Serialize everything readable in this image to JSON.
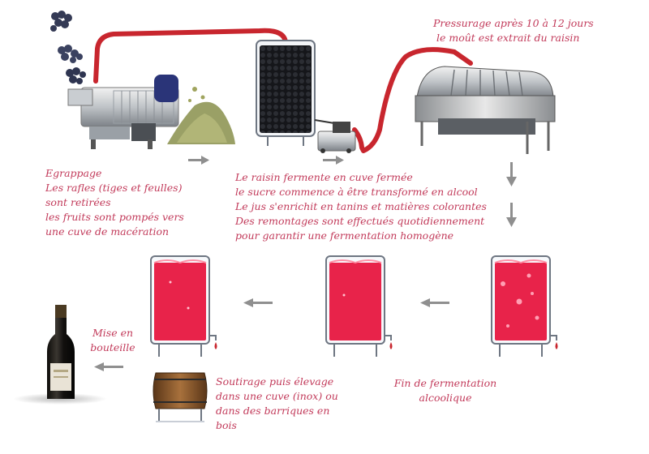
{
  "colors": {
    "caption": "#c23a5a",
    "pipe": "#c8262e",
    "wine": "#e8234a",
    "arrow": "#8f8f8f"
  },
  "captions": {
    "egrappage": [
      "Egrappage",
      "Les rafles (tiges et feulles)",
      "sont retirées",
      "les fruits sont pompés vers",
      "une cuve de macération"
    ],
    "fermentation": [
      "Le raisin fermente en cuve fermée",
      "le sucre commence à être transformé en alcool",
      "Le jus s'enrichit en tanins et matières colorantes",
      "Des remontages sont effectués quotidiennement",
      "pour garantir une fermentation homogène"
    ],
    "pressurage": [
      "Pressurage après 10 à 12 jours",
      "le moût est extrait du raisin"
    ],
    "fin_fermentation": [
      "Fin de fermentation",
      "alcoolique"
    ],
    "soutirage": [
      "Soutirage puis élevage",
      "dans une cuve (inox) ou",
      "dans des barriques en",
      "bois"
    ],
    "mise_en_bouteille": [
      "Mise en",
      "bouteille"
    ]
  },
  "icons": [
    "grape-cluster-icon",
    "destemmer-machine-icon",
    "stem-pile-icon",
    "closed-fermentation-tank-icon",
    "pump-icon",
    "wine-press-icon",
    "wine-tank-icon",
    "barrel-icon",
    "wine-bottle-icon",
    "flow-arrow-icon",
    "transfer-pipe-icon"
  ]
}
